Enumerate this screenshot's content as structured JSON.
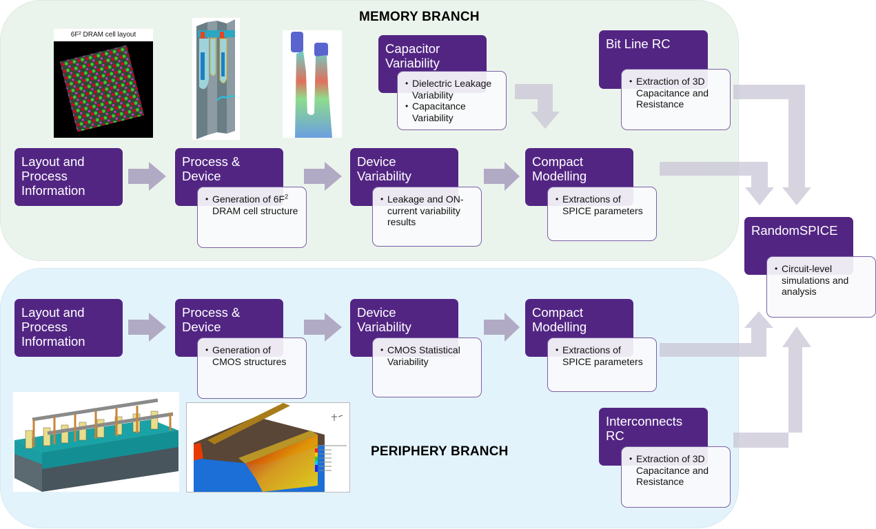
{
  "memory_branch": {
    "title": "MEMORY BRANCH",
    "images": {
      "dram_layout_caption": "6F² DRAM cell layout",
      "dram_cell_structure": "dram-cell-3d-structure",
      "leakage_simulation": "leakage-current-3d-simulation"
    },
    "capacitor": {
      "title": "Capacitor Variability",
      "bullets": [
        "Dielectric Leakage Variability",
        "Capacitance Variability"
      ]
    },
    "bitline": {
      "title": "Bit Line RC",
      "bullets": [
        "Extraction of 3D Capacitance and Resistance"
      ]
    },
    "flow": [
      {
        "title": "Layout and Process Information"
      },
      {
        "title": "Process & Device",
        "bullet_prefix": "Generation of 6F",
        "bullet_sup": "2",
        "bullet_suffix": " DRAM cell structure"
      },
      {
        "title": "Device Variability",
        "bullet": "Leakage and ON-current variability results"
      },
      {
        "title": "Compact Modelling",
        "bullet": "Extractions of SPICE parameters"
      }
    ]
  },
  "periphery_branch": {
    "title": "PERIPHERY BRANCH",
    "images": {
      "cmos_array": "cmos-interconnect-array-3d",
      "tcad_device": "tcad-doping-concentration-3d"
    },
    "flow": [
      {
        "title": "Layout and Process Information"
      },
      {
        "title": "Process & Device",
        "bullet": "Generation of CMOS structures"
      },
      {
        "title": "Device Variability",
        "bullet": "CMOS Statistical Variability"
      },
      {
        "title": "Compact Modelling",
        "bullet": "Extractions of SPICE parameters"
      }
    ],
    "interconnects": {
      "title": "Interconnects RC",
      "bullets": [
        "Extraction of 3D Capacitance and Resistance"
      ]
    }
  },
  "random_spice": {
    "title": "RandomSPICE",
    "bullets": [
      "Circuit-level simulations and analysis"
    ]
  },
  "colors": {
    "purple": "#522583",
    "arrow": "#b1aac4",
    "memory_bg": "#ebf4ec",
    "periphery_bg": "#e3f3fb"
  }
}
